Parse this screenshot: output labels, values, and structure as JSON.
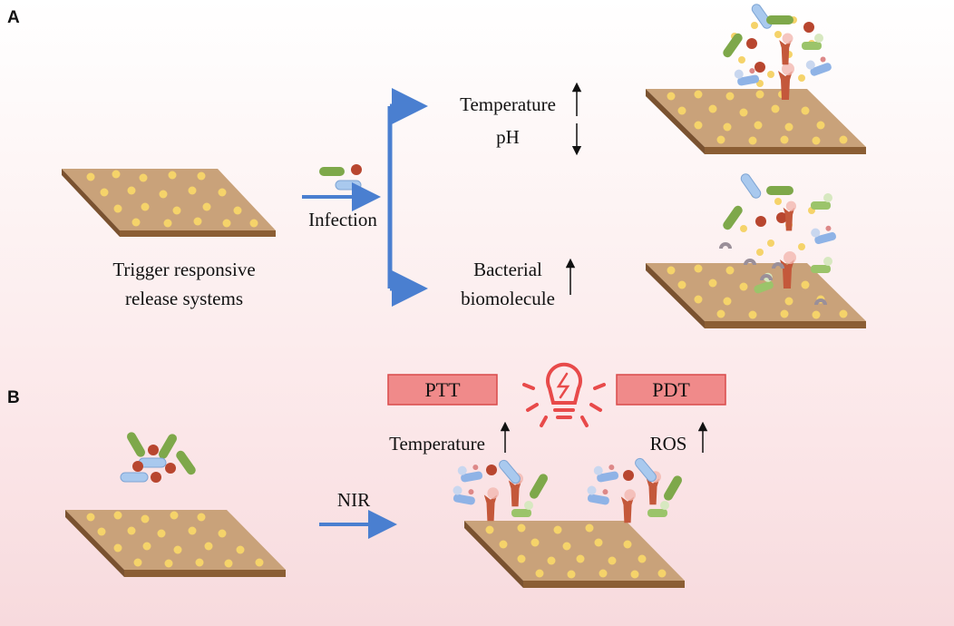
{
  "panel_a": {
    "letter": "A",
    "source_caption_line1": "Trigger responsive",
    "source_caption_line2": "release systems",
    "trigger_label": "Infection",
    "branch_top_line1": "Temperature",
    "branch_top_line2": "pH",
    "branch_bottom_line1": "Bacterial",
    "branch_bottom_line2": "biomolecule"
  },
  "panel_b": {
    "letter": "B",
    "trigger_label": "NIR",
    "left_box": "PTT",
    "right_box": "PDT",
    "left_effect": "Temperature",
    "right_effect": "ROS"
  },
  "colors": {
    "plate_top": "#c9a27a",
    "plate_side": "#8b5e34",
    "nanoparticle": "#f5d36a",
    "arrow": "#4a7fd0",
    "box_fill": "#f08a8a",
    "box_stroke": "#d94a4a",
    "bulb": "#e84a4a",
    "rod_green": "#7ea84a",
    "rod_blue": "#a9c9ee",
    "sphere_red": "#b8462f",
    "protein": "#c4583b"
  },
  "icons": [
    "lightbulb-icon",
    "up-arrow-icon",
    "down-arrow-icon"
  ]
}
